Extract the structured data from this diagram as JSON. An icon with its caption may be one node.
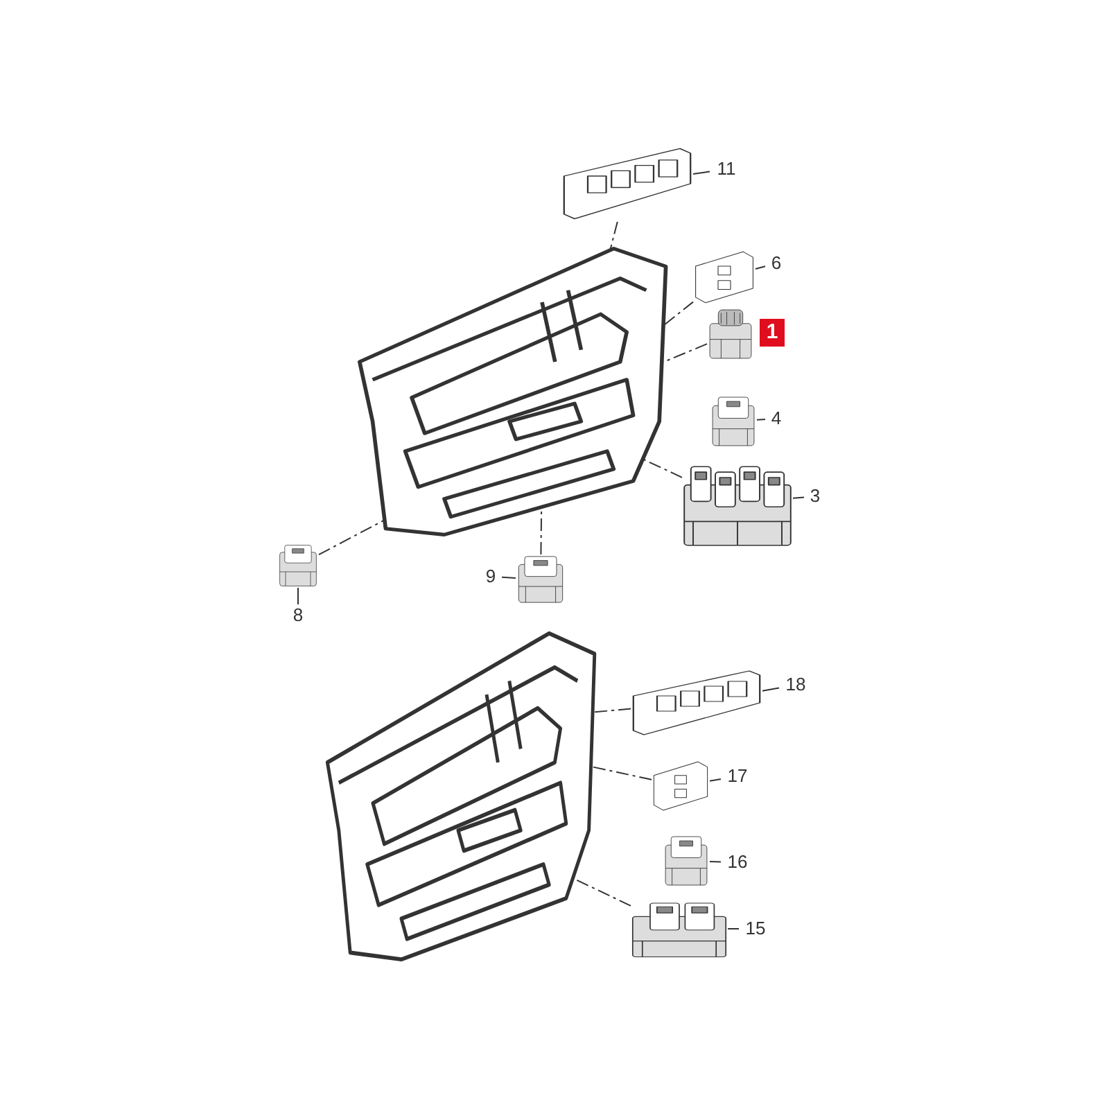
{
  "diagram": {
    "nodes": [
      {
        "text": [],
        "shape": "picture"
      },
      {
        "text": [],
        "shape": "picture"
      },
      {
        "text": [
          "11"
        ]
      },
      {
        "text": [],
        "shape": "picture"
      },
      {
        "text": [
          "6"
        ]
      },
      {
        "text": [],
        "shape": "picture"
      },
      {
        "text": [],
        "shape": "picture"
      },
      {
        "text": [
          "4"
        ]
      },
      {
        "text": [],
        "shape": "picture"
      },
      {
        "text": [
          "3"
        ]
      },
      {
        "text": [],
        "shape": "picture"
      },
      {
        "text": [
          "8"
        ]
      },
      {
        "text": [],
        "shape": "picture"
      },
      {
        "text": [
          "9"
        ]
      },
      {
        "text": [],
        "shape": "picture"
      },
      {
        "text": [],
        "shape": "picture"
      },
      {
        "text": [
          "18"
        ]
      },
      {
        "text": [],
        "shape": "picture"
      },
      {
        "text": [
          "17"
        ]
      },
      {
        "text": [],
        "shape": "picture"
      },
      {
        "text": [
          "16"
        ]
      },
      {
        "text": [],
        "shape": "picture"
      },
      {
        "text": [
          "15"
        ]
      }
    ],
    "edges": [
      {
        "from": 2,
        "to": 1,
        "arrow": "none"
      },
      {
        "from": 1,
        "to": 0,
        "arrow": "none",
        "style": "dashed"
      },
      {
        "from": 4,
        "to": 3,
        "arrow": "none"
      },
      {
        "from": 3,
        "to": 0,
        "arrow": "none",
        "style": "dashed"
      },
      {
        "from": 5,
        "to": 0,
        "arrow": "none",
        "style": "dashed"
      },
      {
        "from": 7,
        "to": 6,
        "arrow": "none"
      },
      {
        "from": 9,
        "to": 8,
        "arrow": "none"
      },
      {
        "from": 8,
        "to": 0,
        "arrow": "none",
        "style": "dashed"
      },
      {
        "from": 11,
        "to": 10,
        "arrow": "none"
      },
      {
        "from": 10,
        "to": 0,
        "arrow": "none",
        "style": "dashed"
      },
      {
        "from": 13,
        "to": 12,
        "arrow": "none"
      },
      {
        "from": 12,
        "to": 0,
        "arrow": "none",
        "style": "dashed"
      },
      {
        "from": 16,
        "to": 15,
        "arrow": "none"
      },
      {
        "from": 15,
        "to": 14,
        "arrow": "none",
        "style": "dashed"
      },
      {
        "from": 18,
        "to": 17,
        "arrow": "none"
      },
      {
        "from": 17,
        "to": 14,
        "arrow": "none",
        "style": "dashed"
      },
      {
        "from": 20,
        "to": 19,
        "arrow": "none"
      },
      {
        "from": 22,
        "to": 21,
        "arrow": "none"
      },
      {
        "from": 21,
        "to": 14,
        "arrow": "none",
        "style": "dashed"
      }
    ],
    "labels": [
      "1"
    ]
  }
}
